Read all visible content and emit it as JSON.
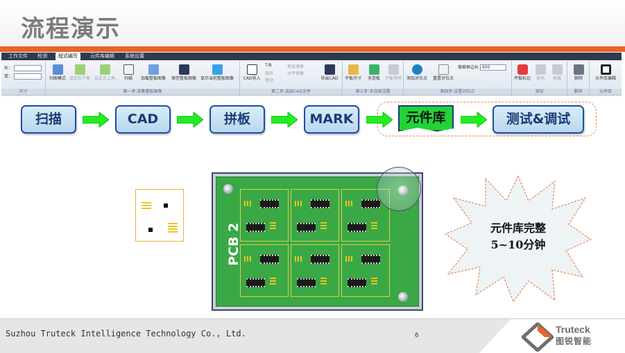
{
  "slide": {
    "title": "流程演示",
    "page_number": "6"
  },
  "ribbon": {
    "tabs": [
      "工作文件",
      "检测",
      "程式编写",
      "元件库编辑",
      "系统设置"
    ],
    "active_tab": "程式编写",
    "size_group": {
      "length_label": "长：",
      "width_label": "宽：",
      "label": "尺寸"
    },
    "group1": {
      "label": "第一步:采集整板图像",
      "buttons": [
        "扫图模式",
        "设定右下角",
        "设定左上角",
        "扫描",
        "加载整板图像",
        "保存整板图像",
        "显示当前整板图像"
      ]
    },
    "group2": {
      "label": "第二步:选择CAD文件",
      "buttons": [
        "CAD导入",
        "T/B",
        "旋转",
        "移动",
        "垂直镜像",
        "水平镜像",
        "导出CAD"
      ]
    },
    "group3": {
      "label": "第三步:多连板设置",
      "buttons": [
        "子板尺寸",
        "多连板",
        "子板排序"
      ]
    },
    "group4": {
      "label": "第四步:设置对位点",
      "buttons": [
        "添加对位点",
        "重置对位点"
      ],
      "search_label": "搜索框边长",
      "search_value": "600"
    },
    "group5": {
      "label": "添加",
      "buttons": [
        "坏板标记",
        "条码",
        "屏蔽"
      ]
    },
    "group6": {
      "label": "删除",
      "buttons": [
        "删除"
      ]
    },
    "group7": {
      "label": "元件库",
      "buttons": [
        "元件库编辑"
      ]
    }
  },
  "flow": {
    "steps": [
      "扫描",
      "CAD",
      "拼板",
      "MARK",
      "元件库",
      "测试&调试"
    ],
    "highlighted_step": "元件库",
    "colors": {
      "step_border": "#1a4fa3",
      "highlight": "#22d33a",
      "arrow": "#22ee22",
      "dashed": "#e8864e"
    }
  },
  "pcb": {
    "label": "PCB 2"
  },
  "callout": {
    "line1": "元件库完整",
    "line2": "5~10分钟"
  },
  "footer": {
    "company": "Suzhou Truteck Intelligence Technology Co., Ltd.",
    "brand_en": "Truteck",
    "brand_cn": "图锐智能"
  }
}
